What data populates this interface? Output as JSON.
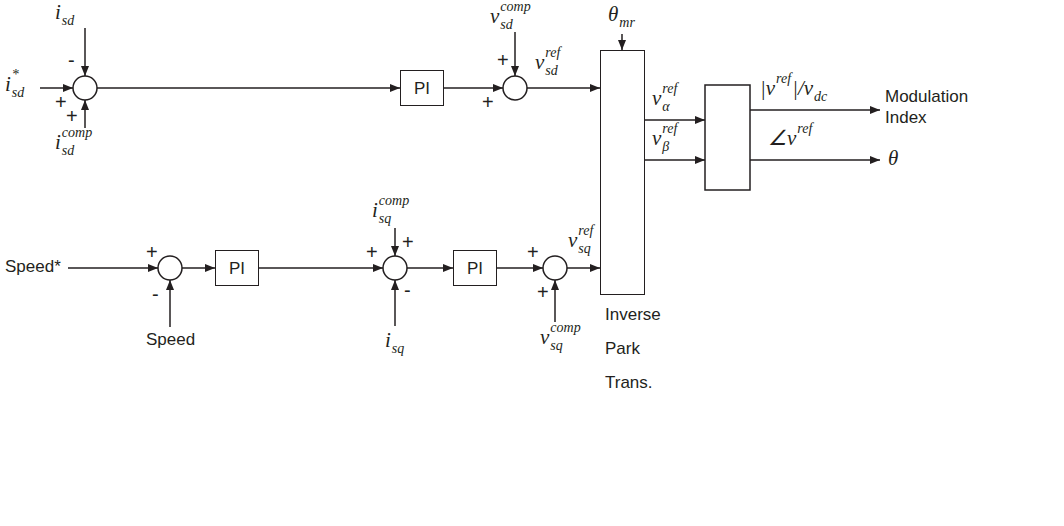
{
  "diagram": {
    "nodes": [
      {
        "text": [
          "PI"
        ]
      },
      {
        "text": [
          "PI"
        ]
      },
      {
        "text": [
          "PI"
        ]
      },
      {
        "text": [
          "Inverse Park Trans."
        ]
      }
    ],
    "edges": [
      {
        "from": 0,
        "to": 3,
        "arrow": "to"
      },
      {
        "from": 1,
        "to": 2,
        "arrow": "to"
      },
      {
        "from": 2,
        "to": 3,
        "arrow": "to"
      }
    ],
    "labels": [
      "i",
      "sd",
      "-",
      "i",
      "*",
      "sd",
      "+",
      "+",
      "i",
      "comp",
      "sd",
      "v",
      "comp",
      "sd",
      "+",
      "+",
      "v",
      "ref",
      "sd",
      "θ",
      "mr",
      "v",
      "ref",
      "α",
      "v",
      "ref",
      "β",
      "|v",
      "ref",
      "|/v",
      "dc",
      "Modulation Index",
      "∠v",
      "ref",
      "θ",
      "Speed*",
      "+",
      "-",
      "Speed",
      "i",
      "comp",
      "sq",
      "+",
      "+",
      "-",
      "i",
      "sq",
      "v",
      "ref",
      "sq",
      "v",
      "comp",
      "sq",
      "+",
      "+"
    ]
  }
}
